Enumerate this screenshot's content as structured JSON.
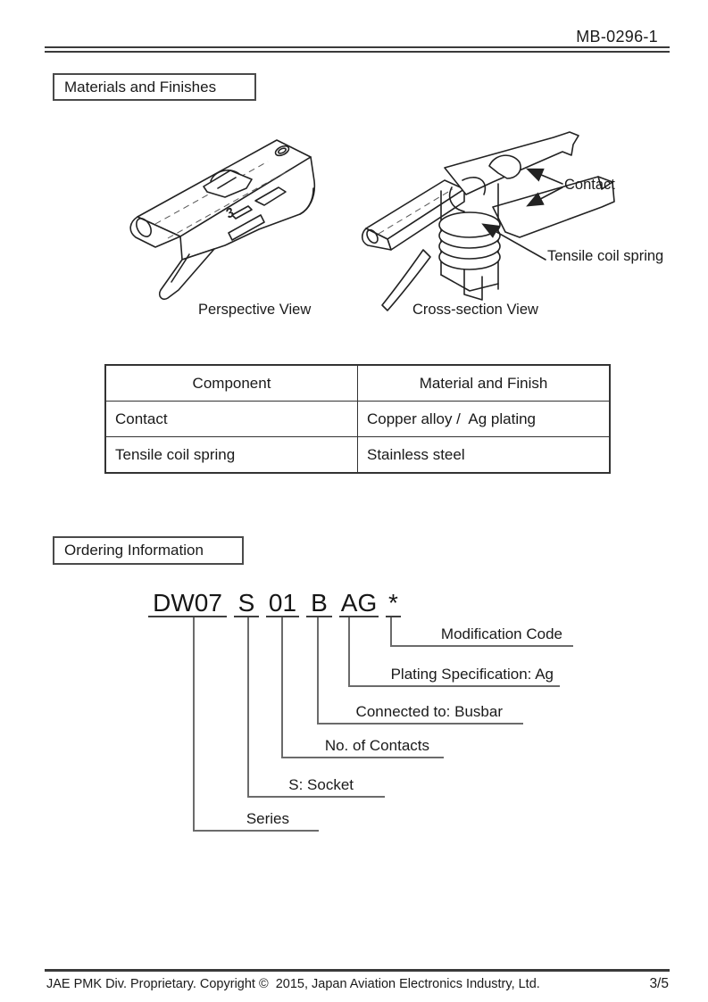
{
  "header": {
    "doc_number": "MB-0296-1"
  },
  "sections": {
    "materials_title": "Materials and Finishes",
    "ordering_title": "Ordering Information"
  },
  "figures": {
    "perspective": {
      "caption": "Perspective View",
      "marking": "3"
    },
    "cross_section": {
      "caption": "Cross-section View"
    },
    "labels": {
      "contact": "Contact",
      "spring": "Tensile coil spring"
    }
  },
  "materials_table": {
    "columns": [
      "Component",
      "Material and Finish"
    ],
    "rows": [
      [
        "Contact",
        "Copper alloy /  Ag plating"
      ],
      [
        "Tensile coil spring",
        "Stainless steel"
      ]
    ]
  },
  "ordering": {
    "code": [
      "DW07",
      "S",
      "01",
      "B",
      "AG",
      "*"
    ],
    "callouts": [
      "Modification Code",
      "Plating Specification: Ag",
      "Connected to: Busbar",
      "No. of Contacts",
      "S: Socket",
      "Series"
    ]
  },
  "footer": {
    "copyright": "JAE PMK Div. Proprietary. Copyright ©  2015, Japan Aviation Electronics Industry, Ltd.",
    "page": "3/5"
  }
}
